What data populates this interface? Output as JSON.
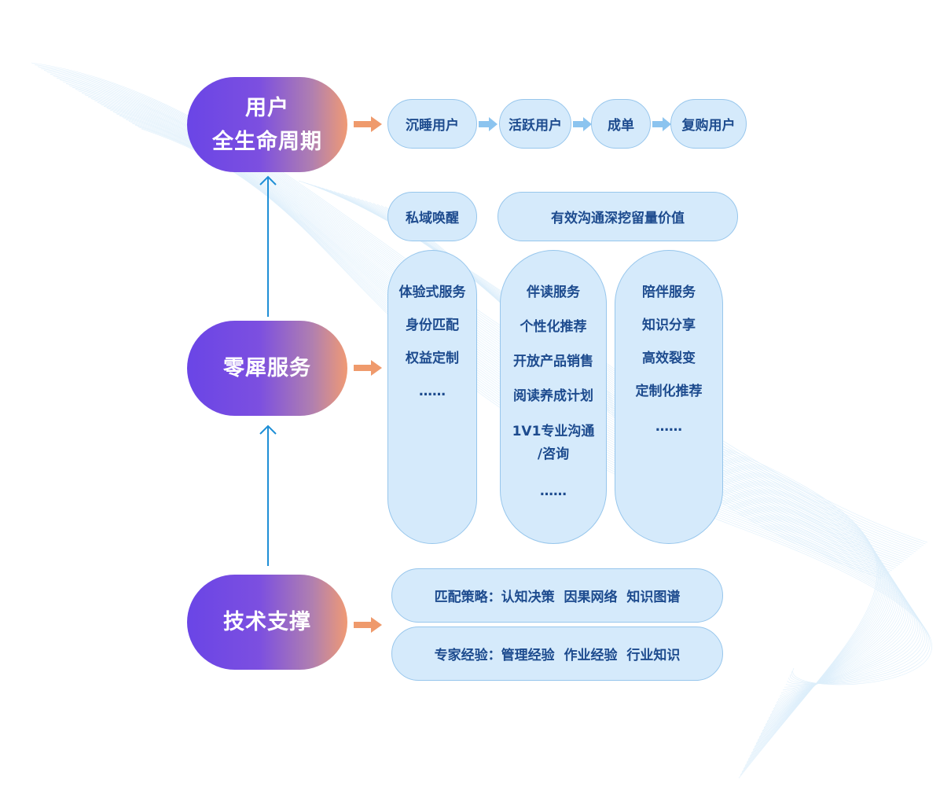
{
  "main_nodes": {
    "lifecycle": {
      "line1": "用户",
      "line2": "全生命周期"
    },
    "service": "零犀服务",
    "tech": "技术支撑"
  },
  "lifecycle_stages": [
    "沉睡用户",
    "活跃用户",
    "成单",
    "复购用户"
  ],
  "service_headers": {
    "left": "私域唤醒",
    "right": "有效沟通深挖留量价值"
  },
  "service_columns": [
    {
      "items": [
        "体验式服务",
        "身份匹配",
        "权益定制",
        "……"
      ]
    },
    {
      "items": [
        "伴读服务",
        "个性化推荐",
        "开放产品销售",
        "阅读养成计划",
        "1V1专业沟通",
        "/咨询",
        "……"
      ]
    },
    {
      "items": [
        "陪伴服务",
        "知识分享",
        "高效裂变",
        "定制化推荐",
        "……"
      ]
    }
  ],
  "tech_rows": [
    "匹配策略：认知决策  因果网络  知识图谱",
    "专家经验：管理经验  作业经验  行业知识"
  ],
  "colors": {
    "pill_start": "#6a45e6",
    "pill_end": "#f09a74",
    "bubble_fill": "#d5eafb",
    "bubble_border": "#97c6ec",
    "bubble_text": "#1d4b8e",
    "up_arrow": "#1f8fd6",
    "orange_arrow": "#ef9a6c",
    "chevron_arrow": "#8cc4ef"
  }
}
